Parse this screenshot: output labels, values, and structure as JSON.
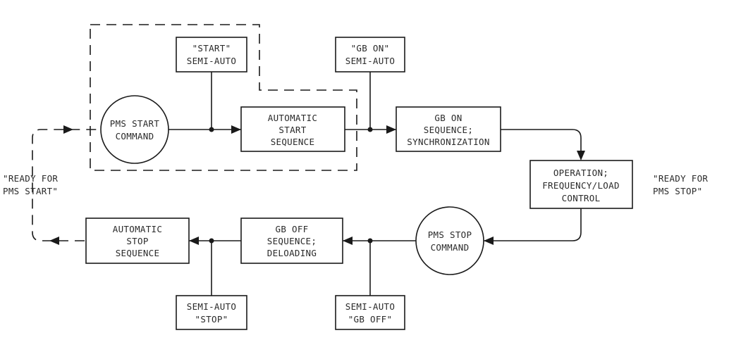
{
  "nodes": {
    "start_semi": [
      "\"START\"",
      "SEMI-AUTO"
    ],
    "gb_on_semi": [
      "\"GB ON\"",
      "SEMI-AUTO"
    ],
    "pms_start": [
      "PMS START",
      "COMMAND"
    ],
    "auto_start": [
      "AUTOMATIC",
      "START",
      "SEQUENCE"
    ],
    "gb_on_seq": [
      "GB ON",
      "SEQUENCE;",
      "SYNCHRONIZATION"
    ],
    "operation": [
      "OPERATION;",
      "FREQUENCY/LOAD",
      "CONTROL"
    ],
    "pms_stop": [
      "PMS STOP",
      "COMMAND"
    ],
    "gb_off_seq": [
      "GB OFF",
      "SEQUENCE;",
      "DELOADING"
    ],
    "auto_stop": [
      "AUTOMATIC",
      "STOP",
      "SEQUENCE"
    ],
    "semi_stop": [
      "SEMI-AUTO",
      "\"STOP\""
    ],
    "semi_gb_off": [
      "SEMI-AUTO",
      "\"GB OFF\""
    ]
  },
  "labels": {
    "ready_start": [
      "\"READY FOR",
      "PMS START\""
    ],
    "ready_stop": [
      "\"READY FOR",
      "PMS STOP\""
    ]
  }
}
